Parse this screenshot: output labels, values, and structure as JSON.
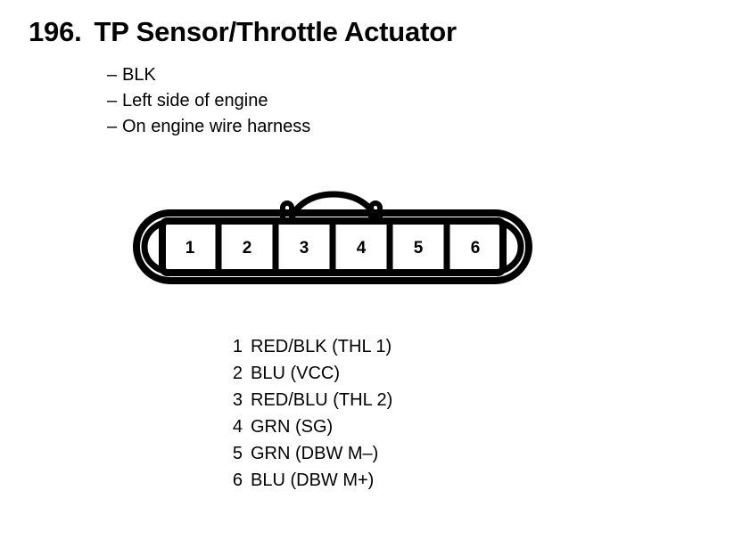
{
  "header": {
    "number": "196.",
    "title": "TP Sensor/Throttle Actuator"
  },
  "notes": {
    "dash": "–",
    "items": [
      {
        "text": "BLK"
      },
      {
        "text": "Left side of engine"
      },
      {
        "text": "On engine wire harness"
      }
    ]
  },
  "connector": {
    "name": "6-way connector",
    "pin_count": 6,
    "pins": [
      {
        "number": "1"
      },
      {
        "number": "2"
      },
      {
        "number": "3"
      },
      {
        "number": "4"
      },
      {
        "number": "5"
      },
      {
        "number": "6"
      }
    ]
  },
  "legend": {
    "rows": [
      {
        "pin": "1",
        "desc": "RED/BLK (THL 1)"
      },
      {
        "pin": "2",
        "desc": "BLU (VCC)"
      },
      {
        "pin": "3",
        "desc": "RED/BLU (THL 2)"
      },
      {
        "pin": "4",
        "desc": "GRN (SG)"
      },
      {
        "pin": "5",
        "desc": "GRN (DBW M–)"
      },
      {
        "pin": "6",
        "desc": "BLU (DBW M+)"
      }
    ]
  },
  "colors": {
    "ink": "#000000",
    "background": "#ffffff"
  }
}
